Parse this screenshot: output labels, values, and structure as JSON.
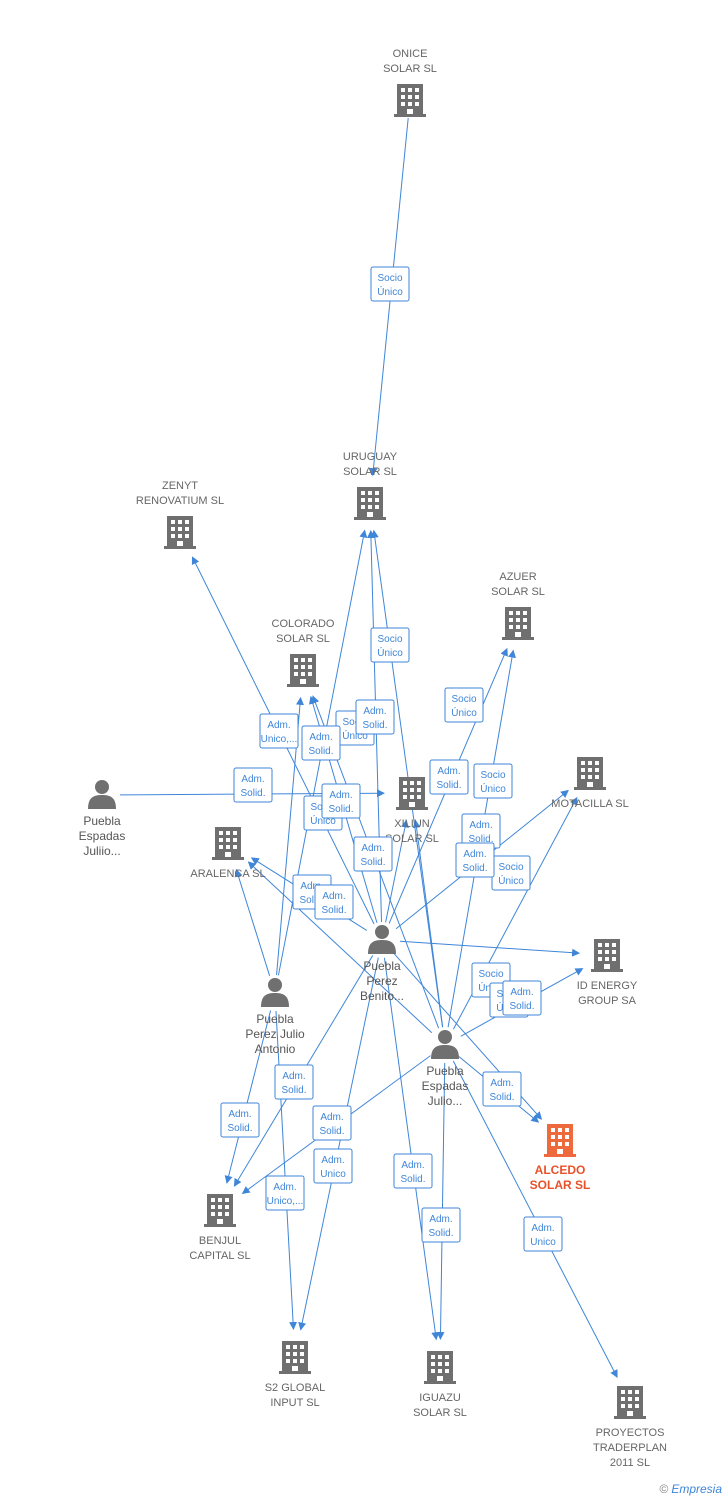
{
  "colors": {
    "edge": "#3f86d8",
    "building": "#6f6f6f",
    "focus": "#ee6a3d",
    "person": "#707070"
  },
  "nodes": [
    {
      "id": "onice",
      "type": "company",
      "label": [
        "ONICE",
        "SOLAR  SL"
      ],
      "icon": "building-icon"
    },
    {
      "id": "uruguay",
      "type": "company",
      "label": [
        "URUGUAY",
        "SOLAR SL"
      ],
      "icon": "building-icon"
    },
    {
      "id": "zenyt",
      "type": "company",
      "label": [
        "ZENYT",
        "RENOVATIUM SL"
      ],
      "icon": "building-icon"
    },
    {
      "id": "azuer",
      "type": "company",
      "label": [
        "AZUER",
        "SOLAR  SL"
      ],
      "icon": "building-icon"
    },
    {
      "id": "colorado",
      "type": "company",
      "label": [
        "COLORADO",
        "SOLAR  SL"
      ],
      "icon": "building-icon"
    },
    {
      "id": "motacilla",
      "type": "company",
      "label": [
        "MOTACILLA SL"
      ],
      "icon": "building-icon"
    },
    {
      "id": "xiliun",
      "type": "company",
      "label": [
        "XILIUN",
        "SOLAR  SL"
      ],
      "icon": "building-icon"
    },
    {
      "id": "aralenca",
      "type": "company",
      "label": [
        "ARALENCA SL"
      ],
      "icon": "building-icon"
    },
    {
      "id": "idenergy",
      "type": "company",
      "label": [
        "ID ENERGY",
        "GROUP SA"
      ],
      "icon": "building-icon"
    },
    {
      "id": "alcedo",
      "type": "focus",
      "label": [
        "ALCEDO",
        "SOLAR  SL"
      ],
      "icon": "building-icon"
    },
    {
      "id": "benjul",
      "type": "company",
      "label": [
        "BENJUL",
        "CAPITAL  SL"
      ],
      "icon": "building-icon"
    },
    {
      "id": "s2global",
      "type": "company",
      "label": [
        "S2 GLOBAL",
        "INPUT  SL"
      ],
      "icon": "building-icon"
    },
    {
      "id": "iguazu",
      "type": "company",
      "label": [
        "IGUAZU",
        "SOLAR  SL"
      ],
      "icon": "building-icon"
    },
    {
      "id": "proyectos",
      "type": "company",
      "label": [
        "PROYECTOS",
        "TRADERPLAN",
        "2011 SL"
      ],
      "icon": "building-icon"
    },
    {
      "id": "pej_left",
      "type": "person",
      "label": [
        "Puebla",
        "Espadas",
        "Juliio..."
      ],
      "icon": "person-icon"
    },
    {
      "id": "ppb",
      "type": "person",
      "label": [
        "Puebla",
        "Perez",
        "Benito..."
      ],
      "icon": "person-icon"
    },
    {
      "id": "ppja",
      "type": "person",
      "label": [
        "Puebla",
        "Perez Julio",
        "Antonio"
      ],
      "icon": "person-icon"
    },
    {
      "id": "pej",
      "type": "person",
      "label": [
        "Puebla",
        "Espadas",
        "Julio..."
      ],
      "icon": "person-icon"
    }
  ],
  "edges": [
    {
      "from": "onice",
      "to": "uruguay",
      "label": [
        "Socio",
        "Único"
      ]
    },
    {
      "from": "ppb",
      "to": "uruguay",
      "label": [
        "Socio",
        "Único"
      ]
    },
    {
      "from": "ppb",
      "to": "azuer",
      "label": [
        "Socio",
        "Único"
      ]
    },
    {
      "from": "ppb",
      "to": "colorado",
      "label": [
        "Socio",
        "Único"
      ]
    },
    {
      "from": "ppb",
      "to": "motacilla",
      "label": [
        "Socio",
        "Único"
      ]
    },
    {
      "from": "ppb",
      "to": "aralenca",
      "label": [
        "Socio",
        "Único"
      ]
    },
    {
      "from": "ppb",
      "to": "xiliun",
      "label": [
        "Socio",
        "Único"
      ]
    },
    {
      "from": "ppb",
      "to": "idenergy",
      "label": [
        "Socio",
        "Único"
      ]
    },
    {
      "from": "ppb",
      "to": "alcedo",
      "label": [
        "Socio",
        "Único"
      ]
    },
    {
      "from": "ppb",
      "to": "zenyt",
      "label": [
        "Adm.",
        "Unico,..."
      ]
    },
    {
      "from": "pej_left",
      "to": "xiliun",
      "label": [
        "Adm.",
        "Solid."
      ]
    },
    {
      "from": "ppja",
      "to": "uruguay",
      "label": [
        "Adm.",
        "Solid."
      ]
    },
    {
      "from": "ppja",
      "to": "colorado",
      "label": [
        "Adm.",
        "Solid."
      ]
    },
    {
      "from": "ppja",
      "to": "aralenca",
      "label": [
        "Adm.",
        "Solid."
      ]
    },
    {
      "from": "ppja",
      "to": "benjul",
      "label": [
        "Adm.",
        "Solid."
      ]
    },
    {
      "from": "ppja",
      "to": "s2global",
      "label": [
        "Adm.",
        "Solid."
      ]
    },
    {
      "from": "ppb",
      "to": "benjul",
      "label": [
        "Adm.",
        "Solid."
      ]
    },
    {
      "from": "ppb",
      "to": "iguazu",
      "label": [
        "Adm.",
        "Solid."
      ]
    },
    {
      "from": "ppb",
      "to": "s2global",
      "label": [
        "Adm.",
        "Unico"
      ]
    },
    {
      "from": "pej",
      "to": "benjul",
      "label": [
        "Adm.",
        "Unico,..."
      ]
    },
    {
      "from": "pej",
      "to": "iguazu",
      "label": [
        "Adm.",
        "Solid."
      ]
    },
    {
      "from": "pej",
      "to": "proyectos",
      "label": [
        "Adm.",
        "Unico"
      ]
    },
    {
      "from": "pej",
      "to": "alcedo",
      "label": [
        "Adm.",
        "Solid."
      ]
    },
    {
      "from": "pej",
      "to": "idenergy",
      "label": [
        "Adm.",
        "Solid."
      ]
    },
    {
      "from": "pej",
      "to": "azuer",
      "label": [
        "Adm.",
        "Solid."
      ]
    },
    {
      "from": "pej",
      "to": "motacilla",
      "label": [
        "Adm.",
        "Solid."
      ]
    },
    {
      "from": "pej",
      "to": "xiliun",
      "label": [
        "Adm.",
        "Solid."
      ]
    },
    {
      "from": "pej",
      "to": "colorado",
      "label": [
        "Adm.",
        "Solid."
      ]
    },
    {
      "from": "pej",
      "to": "uruguay",
      "label": [
        "Adm.",
        "Solid."
      ]
    },
    {
      "from": "pej",
      "to": "aralenca",
      "label": [
        "Adm.",
        "Solid."
      ]
    }
  ],
  "brand": {
    "copyright": "©",
    "name": "Empresia"
  }
}
